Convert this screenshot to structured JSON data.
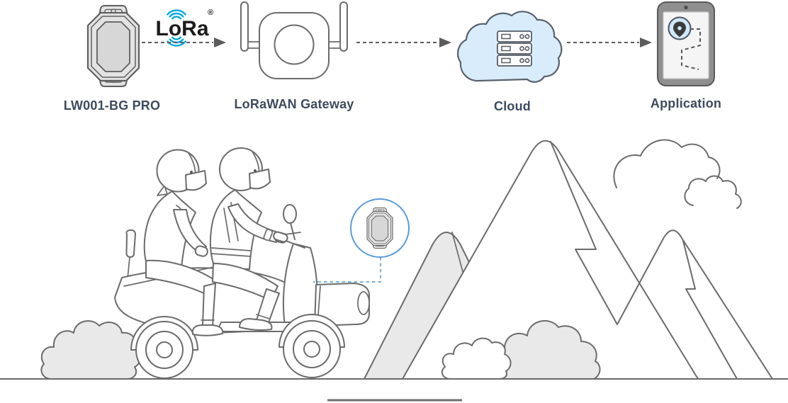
{
  "flow": {
    "steps": [
      {
        "name": "tracker-device",
        "icon": "tracker-device-icon",
        "label": "LW001-BG PRO"
      },
      {
        "name": "gateway",
        "icon": "lorawan-gateway-icon",
        "label": "LoRaWAN Gateway"
      },
      {
        "name": "cloud",
        "icon": "cloud-server-icon",
        "label": "Cloud"
      },
      {
        "name": "application",
        "icon": "phone-app-icon",
        "label": "Application"
      }
    ],
    "lora_logo": {
      "text": "LoRa",
      "registered": "®"
    },
    "arrow_count": 3
  },
  "scene": {
    "elements": [
      "scooter-with-two-riders",
      "tracker-callout-circle",
      "mountains",
      "clouds",
      "bushes",
      "ground-line"
    ],
    "callout": {
      "contains": "tracker-device-mini",
      "connector": "dashed-line-to-scooter"
    }
  },
  "colors": {
    "line_art": "#6b6b6b",
    "label_text": "#3d4b5e",
    "lora_cyan": "#00a7e0",
    "lora_text": "#1b1b1b",
    "cloud_fill": "#d9ecfb",
    "callout_blue": "#5b9bd8",
    "connector_blue": "#7ab1dd",
    "gray_fill": "#e9e9e9",
    "device_fill": "#e3e3e3",
    "device_panel": "#d7d7d7",
    "phone_body": "#8f8f8f",
    "phone_screen": "#f5f5f5",
    "pin_circle_fill": "#cfe9fb"
  }
}
